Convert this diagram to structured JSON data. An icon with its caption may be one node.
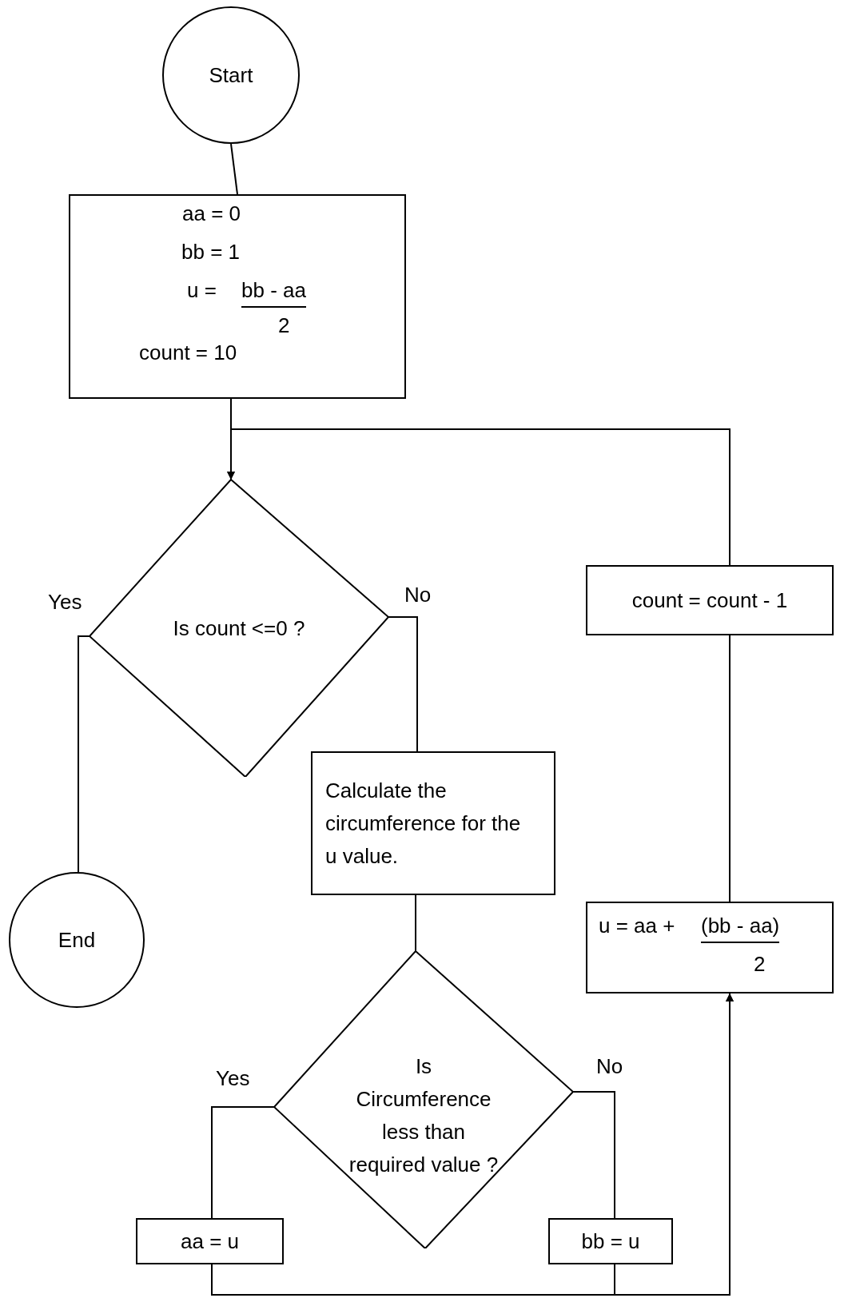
{
  "diagram": {
    "nodes": [
      {
        "text": [
          "Start"
        ]
      },
      {
        "text": [
          "aa = 0",
          "bb = 1",
          "u =",
          "bb - aa",
          "2",
          "count = 10"
        ]
      },
      {
        "text": [
          "Is count <=0 ?"
        ]
      },
      {
        "text": [
          "End"
        ]
      },
      {
        "text": [
          "Calculate the circumference for the u value."
        ]
      },
      {
        "text": [
          "Is Circumference less than required value ?"
        ]
      },
      {
        "text": [
          "aa = u"
        ]
      },
      {
        "text": [
          "bb = u"
        ]
      },
      {
        "text": [
          "u = aa +",
          "(bb - aa)",
          "2"
        ]
      },
      {
        "text": [
          "count = count - 1"
        ]
      }
    ],
    "edges": [
      {
        "from": 0,
        "to": 1,
        "arrow": "none"
      },
      {
        "from": 1,
        "to": 2,
        "arrow": "to"
      },
      {
        "from": 2,
        "to": 3,
        "arrow": "none",
        "label": "Yes"
      },
      {
        "from": 2,
        "to": 4,
        "arrow": "none",
        "label": "No"
      },
      {
        "from": 4,
        "to": 5,
        "arrow": "none"
      },
      {
        "from": 5,
        "to": 6,
        "arrow": "none",
        "label": "Yes"
      },
      {
        "from": 5,
        "to": 7,
        "arrow": "none",
        "label": "No"
      },
      {
        "from": 6,
        "to": 8,
        "arrow": "to"
      },
      {
        "from": 7,
        "to": 8,
        "arrow": "to"
      },
      {
        "from": 8,
        "to": 9,
        "arrow": "none"
      },
      {
        "from": 9,
        "to": 2,
        "arrow": "to"
      }
    ]
  }
}
